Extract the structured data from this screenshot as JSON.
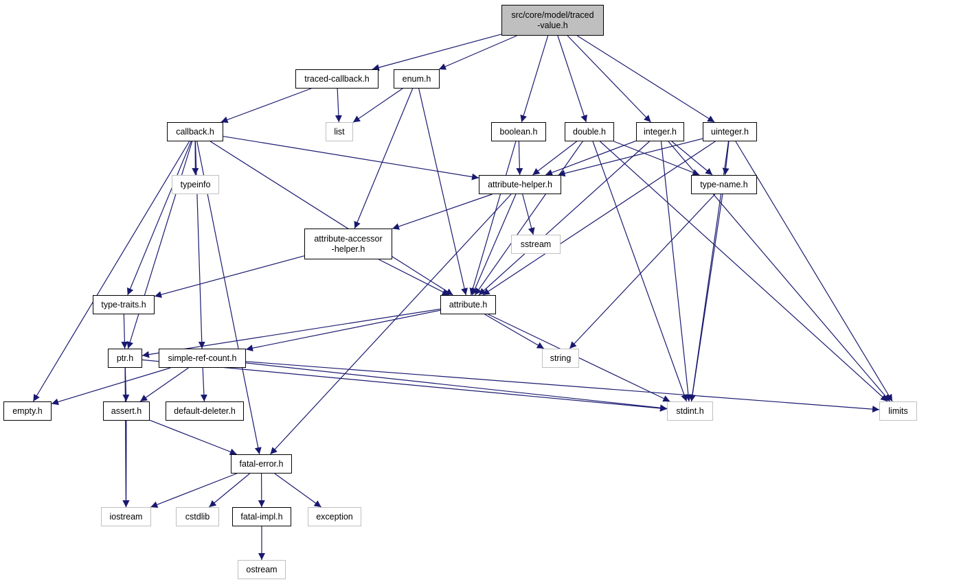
{
  "graph": {
    "edge_color": "#191970",
    "nodes": [
      {
        "id": "root",
        "label": "src/core/model/traced\n-value.h",
        "kind": "root"
      },
      {
        "id": "traced_callback",
        "label": "traced-callback.h",
        "kind": "file"
      },
      {
        "id": "enum",
        "label": "enum.h",
        "kind": "file"
      },
      {
        "id": "boolean",
        "label": "boolean.h",
        "kind": "file"
      },
      {
        "id": "double",
        "label": "double.h",
        "kind": "file"
      },
      {
        "id": "integer",
        "label": "integer.h",
        "kind": "file"
      },
      {
        "id": "uinteger",
        "label": "uinteger.h",
        "kind": "file"
      },
      {
        "id": "callback",
        "label": "callback.h",
        "kind": "file"
      },
      {
        "id": "list",
        "label": "list",
        "kind": "system"
      },
      {
        "id": "typeinfo",
        "label": "typeinfo",
        "kind": "system"
      },
      {
        "id": "attribute_helper",
        "label": "attribute-helper.h",
        "kind": "file"
      },
      {
        "id": "type_name",
        "label": "type-name.h",
        "kind": "file"
      },
      {
        "id": "attribute_accessor_helper",
        "label": "attribute-accessor\n-helper.h",
        "kind": "file"
      },
      {
        "id": "sstream",
        "label": "sstream",
        "kind": "system"
      },
      {
        "id": "type_traits",
        "label": "type-traits.h",
        "kind": "file"
      },
      {
        "id": "attribute",
        "label": "attribute.h",
        "kind": "file"
      },
      {
        "id": "ptr",
        "label": "ptr.h",
        "kind": "file"
      },
      {
        "id": "simple_ref_count",
        "label": "simple-ref-count.h",
        "kind": "file"
      },
      {
        "id": "string",
        "label": "string",
        "kind": "system"
      },
      {
        "id": "empty",
        "label": "empty.h",
        "kind": "file"
      },
      {
        "id": "assert",
        "label": "assert.h",
        "kind": "file"
      },
      {
        "id": "default_deleter",
        "label": "default-deleter.h",
        "kind": "file"
      },
      {
        "id": "stdint",
        "label": "stdint.h",
        "kind": "system"
      },
      {
        "id": "limits",
        "label": "limits",
        "kind": "system"
      },
      {
        "id": "fatal_error",
        "label": "fatal-error.h",
        "kind": "file"
      },
      {
        "id": "iostream",
        "label": "iostream",
        "kind": "system"
      },
      {
        "id": "cstdlib",
        "label": "cstdlib",
        "kind": "system"
      },
      {
        "id": "fatal_impl",
        "label": "fatal-impl.h",
        "kind": "file"
      },
      {
        "id": "exception",
        "label": "exception",
        "kind": "system"
      },
      {
        "id": "ostream",
        "label": "ostream",
        "kind": "system"
      }
    ],
    "edges": [
      [
        "root",
        "traced_callback"
      ],
      [
        "root",
        "enum"
      ],
      [
        "root",
        "boolean"
      ],
      [
        "root",
        "double"
      ],
      [
        "root",
        "integer"
      ],
      [
        "root",
        "uinteger"
      ],
      [
        "traced_callback",
        "callback"
      ],
      [
        "traced_callback",
        "list"
      ],
      [
        "enum",
        "list"
      ],
      [
        "enum",
        "attribute_accessor_helper"
      ],
      [
        "enum",
        "attribute"
      ],
      [
        "callback",
        "empty"
      ],
      [
        "callback",
        "ptr"
      ],
      [
        "callback",
        "type_traits"
      ],
      [
        "callback",
        "simple_ref_count"
      ],
      [
        "callback",
        "typeinfo"
      ],
      [
        "callback",
        "fatal_error"
      ],
      [
        "callback",
        "attribute"
      ],
      [
        "callback",
        "attribute_helper"
      ],
      [
        "boolean",
        "attribute"
      ],
      [
        "boolean",
        "attribute_helper"
      ],
      [
        "double",
        "attribute_helper"
      ],
      [
        "double",
        "attribute"
      ],
      [
        "double",
        "stdint"
      ],
      [
        "double",
        "type_name"
      ],
      [
        "double",
        "limits"
      ],
      [
        "integer",
        "attribute_helper"
      ],
      [
        "integer",
        "attribute"
      ],
      [
        "integer",
        "type_name"
      ],
      [
        "integer",
        "stdint"
      ],
      [
        "integer",
        "limits"
      ],
      [
        "uinteger",
        "attribute_helper"
      ],
      [
        "uinteger",
        "attribute"
      ],
      [
        "uinteger",
        "type_name"
      ],
      [
        "uinteger",
        "stdint"
      ],
      [
        "uinteger",
        "limits"
      ],
      [
        "attribute_helper",
        "attribute_accessor_helper"
      ],
      [
        "attribute_helper",
        "sstream"
      ],
      [
        "attribute_helper",
        "attribute"
      ],
      [
        "attribute_helper",
        "fatal_error"
      ],
      [
        "type_name",
        "string"
      ],
      [
        "type_name",
        "stdint"
      ],
      [
        "attribute_accessor_helper",
        "type_traits"
      ],
      [
        "attribute_accessor_helper",
        "attribute"
      ],
      [
        "type_traits",
        "ptr"
      ],
      [
        "attribute",
        "ptr"
      ],
      [
        "attribute",
        "simple_ref_count"
      ],
      [
        "attribute",
        "string"
      ],
      [
        "attribute",
        "stdint"
      ],
      [
        "ptr",
        "assert"
      ],
      [
        "ptr",
        "iostream"
      ],
      [
        "ptr",
        "stdint"
      ],
      [
        "simple_ref_count",
        "empty"
      ],
      [
        "simple_ref_count",
        "assert"
      ],
      [
        "simple_ref_count",
        "default_deleter"
      ],
      [
        "simple_ref_count",
        "stdint"
      ],
      [
        "simple_ref_count",
        "limits"
      ],
      [
        "assert",
        "iostream"
      ],
      [
        "assert",
        "fatal_error"
      ],
      [
        "fatal_error",
        "iostream"
      ],
      [
        "fatal_error",
        "cstdlib"
      ],
      [
        "fatal_error",
        "fatal_impl"
      ],
      [
        "fatal_error",
        "exception"
      ],
      [
        "fatal_impl",
        "ostream"
      ]
    ]
  }
}
